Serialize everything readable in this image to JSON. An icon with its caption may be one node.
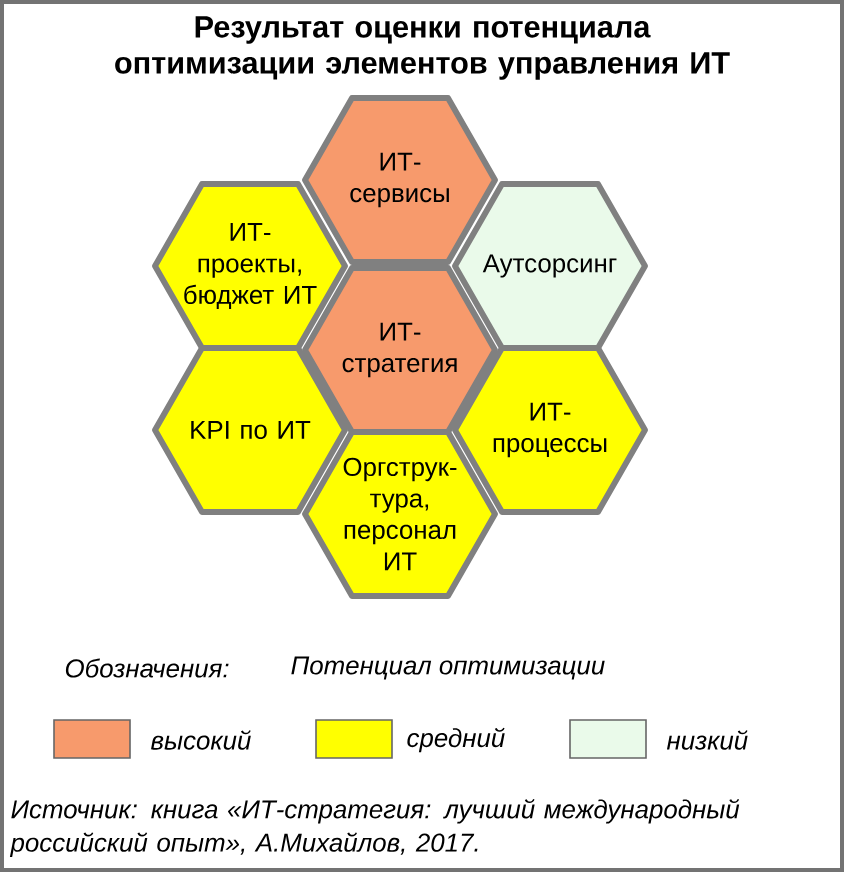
{
  "diagram": {
    "title": "Результат оценки потенциала оптимизации элементов управления ИТ",
    "nodes": [
      {
        "text": [
          "ИТ-сервисы"
        ]
      },
      {
        "text": [
          "ИТ-проекты, бюджет ИТ"
        ]
      },
      {
        "text": [
          "Аутсорсинг"
        ]
      },
      {
        "text": [
          "ИТ-стратегия"
        ]
      },
      {
        "text": [
          "KPI по ИТ"
        ]
      },
      {
        "text": [
          "ИТ-процессы"
        ]
      },
      {
        "text": [
          "Оргструк-тура, персонал ИТ"
        ]
      }
    ],
    "labels": [
      "Обозначения:",
      "Потенциал оптимизации",
      "Источник: книга «ИТ-стратегия: лучший международный российский опыт», А.Михайлов, 2017."
    ],
    "legend": [
      {
        "text": "высокий",
        "color": "#f79a6c"
      },
      {
        "text": "средний",
        "color": "#ffff00"
      },
      {
        "text": "низкий",
        "color": "#eafaea"
      }
    ]
  }
}
